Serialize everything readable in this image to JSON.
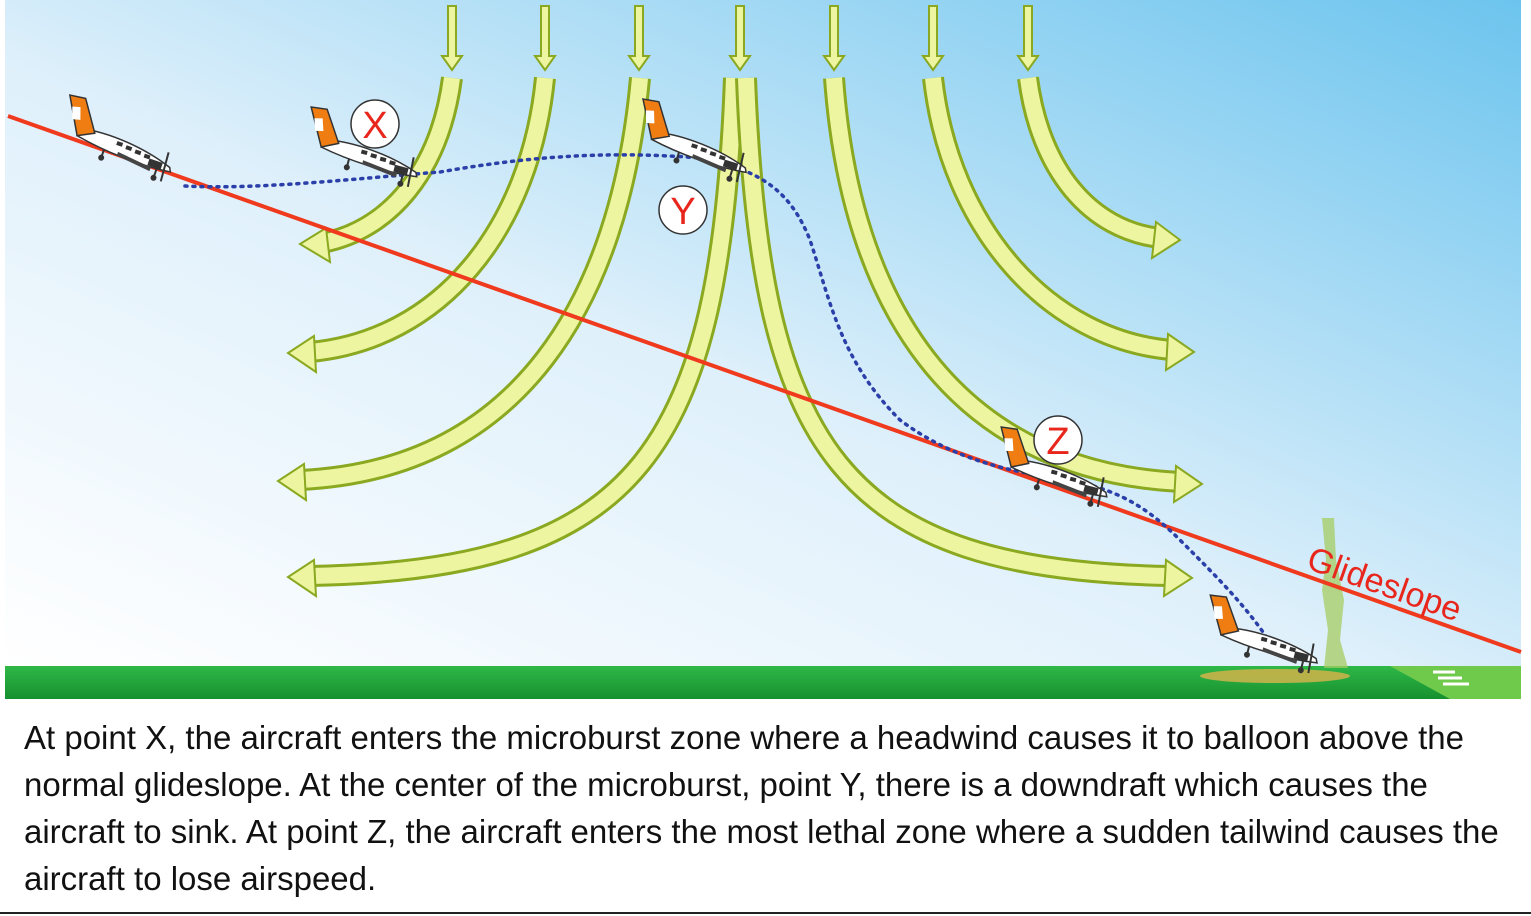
{
  "diagram": {
    "glideslope_label": "Glideslope",
    "markers": {
      "x": "X",
      "y": "Y",
      "z": "Z"
    },
    "colors": {
      "sky_top": "#6cc4ee",
      "sky_bottom": "#ffffff",
      "wind_fill": "#eef5a0",
      "wind_stroke": "#8aa820",
      "glideslope": "#f03a1e",
      "flight_path": "#2b3fa8",
      "ground": "#22a63a",
      "aircraft_tail": "#f07d12"
    }
  },
  "caption": "At point X, the aircraft enters the microburst zone where a headwind causes it to balloon above the normal glideslope. At the center of the microburst, point Y, there is a downdraft which causes the aircraft to sink. At point Z, the aircraft enters the most lethal zone where a sudden tailwind causes the aircraft to lose airspeed."
}
